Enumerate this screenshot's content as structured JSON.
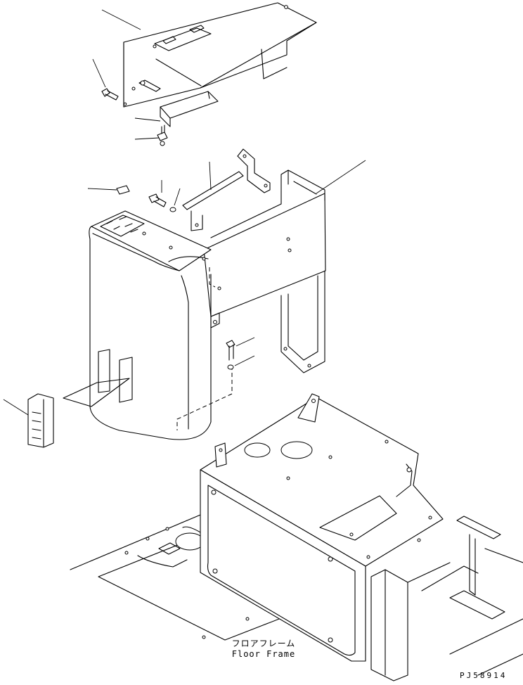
{
  "labels": {
    "part_name_jp": "フロアフレーム",
    "part_name_en": "Floor Frame"
  },
  "drawing_code": "PJ58914",
  "colors": {
    "line": "#000000",
    "background": "#ffffff"
  }
}
